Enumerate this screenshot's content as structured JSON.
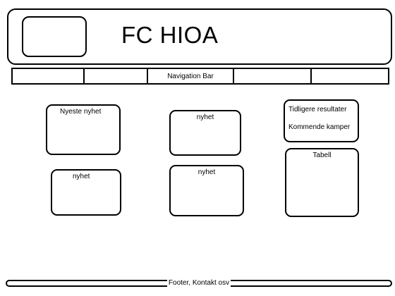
{
  "header": {
    "title": "FC HIOA",
    "logo_placeholder": ""
  },
  "nav": {
    "label": "Navigation Bar",
    "cells": [
      "",
      "",
      "Navigation Bar",
      "",
      ""
    ]
  },
  "news": {
    "latest_label": "Nyeste nyhet",
    "item_label": "nyhet"
  },
  "sidebar": {
    "previous_results": "Tidligere resultater",
    "upcoming_matches": "Kommende kamper",
    "table_label": "Tabell"
  },
  "footer": {
    "text": "Footer, Kontakt osv"
  }
}
